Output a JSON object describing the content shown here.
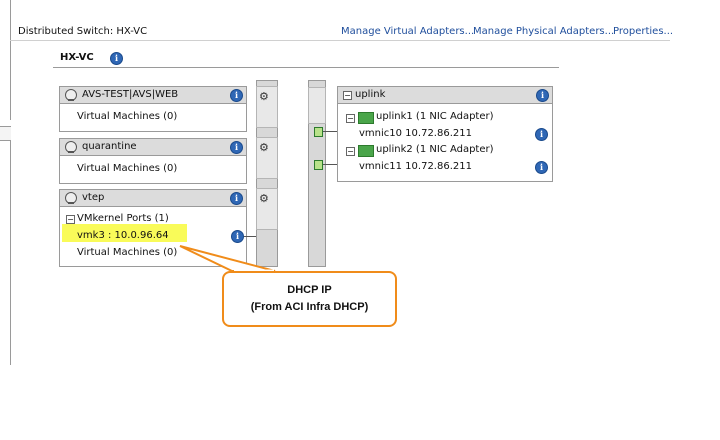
{
  "header": {
    "switch_label": "Distributed Switch: HX-VC",
    "links": [
      "Manage Virtual Adapters...",
      "Manage Physical Adapters...",
      "Properties..."
    ]
  },
  "switch_title": "HX-VC",
  "port_groups": [
    {
      "name": "AVS-TEST|AVS|WEB",
      "vm_label": "Virtual Machines (0)"
    },
    {
      "name": "quarantine",
      "vm_label": "Virtual Machines (0)"
    },
    {
      "name": "vtep",
      "vmkernel_label": "VMkernel Ports (1)",
      "vmk_entry": "vmk3 : 10.0.96.64",
      "vm_label": "Virtual Machines (0)"
    }
  ],
  "uplink_group": {
    "name": "uplink",
    "uplinks": [
      {
        "name": "uplink1 (1 NIC Adapter)",
        "vmnic": "vmnic10 10.72.86.211"
      },
      {
        "name": "uplink2 (1 NIC Adapter)",
        "vmnic": "vmnic11 10.72.86.211"
      }
    ]
  },
  "callout": {
    "line1": "DHCP IP",
    "line2": "(From ACI Infra DHCP)"
  },
  "colors": {
    "link": "#1f4e9c",
    "highlight": "#f9fb59",
    "callout_border": "#f08c1a",
    "nic_green": "#4aa54a"
  },
  "icons": [
    "info-icon",
    "globe-icon",
    "port-group-icon",
    "nic-icon"
  ]
}
